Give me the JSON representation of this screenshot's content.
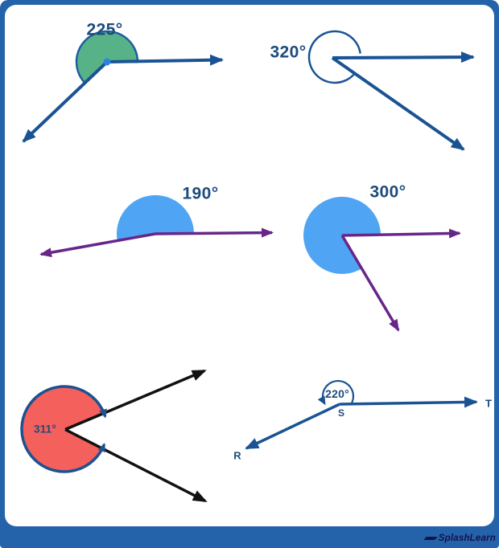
{
  "page": {
    "frame_color": "#2462a9",
    "canvas_color": "#ffffff"
  },
  "watermark": {
    "label": "SplashLearn"
  },
  "figures": [
    {
      "id": "angle-225",
      "label": "225°",
      "value": 225,
      "sector_fill": "#57b387",
      "sector_stroke": "#1f5d9e",
      "ray_color": "#1a5394"
    },
    {
      "id": "angle-320",
      "label": "320°",
      "value": 320,
      "sector_fill": "none",
      "arc_color": "#1a5394",
      "ray_color": "#1a5394"
    },
    {
      "id": "angle-190",
      "label": "190°",
      "value": 190,
      "sector_fill": "#4fa5f3",
      "ray_color": "#67268a"
    },
    {
      "id": "angle-300",
      "label": "300°",
      "value": 300,
      "sector_fill": "#4fa5f3",
      "ray_color": "#67268a"
    },
    {
      "id": "angle-311",
      "label": "311°",
      "value": 311,
      "sector_fill": "#f4605c",
      "arc_color": "#1d518f",
      "ray_color": "#111111"
    },
    {
      "id": "angle-220",
      "label": "220°",
      "value": 220,
      "vertex_label": "S",
      "ray_end_labels": [
        "R",
        "T"
      ],
      "arc_color": "#1a5394",
      "ray_color": "#1a5394"
    }
  ]
}
